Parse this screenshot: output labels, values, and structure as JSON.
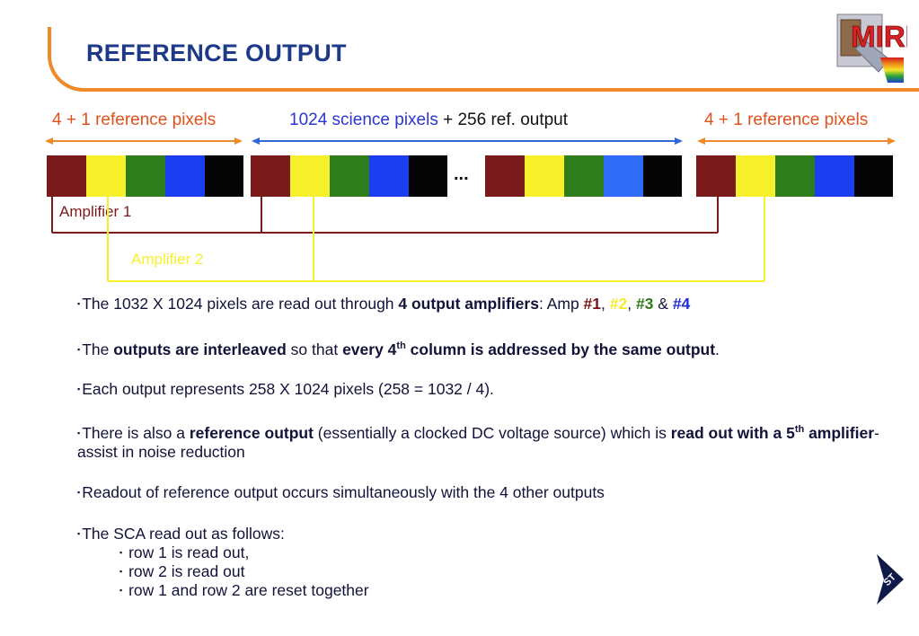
{
  "slide": {
    "title": "REFERENCE OUTPUT",
    "logo_text": "MIRI"
  },
  "diagram": {
    "left_label_num": "4 + 1",
    "left_label_text": " reference pixels",
    "center_label_science": "1024 science pixels",
    "center_label_rest": " + 256 ref. output",
    "right_label_num": "4 + 1",
    "right_label_text": " reference pixels",
    "ellipsis": "...",
    "amplifier1": "Amplifier 1",
    "amplifier2": "Amplifier 2",
    "colors": {
      "arrow": "#ef8a2a",
      "arrow_center": "#2e68d8",
      "label_orange": "#e2501c",
      "label_blue": "#2a35d6",
      "pix_red": "#7b1a1a",
      "pix_yellow": "#f7f02c",
      "pix_green": "#2e7d1a",
      "pix_blue": "#1b3ef0",
      "pix_black": "#050505",
      "amp1_line": "#7b1a1a",
      "amp2_line": "#f7f02c"
    }
  },
  "bullets": {
    "b1": {
      "pre": "The 1032 X 1024 pixels are read out through ",
      "bold": "4 output amplifiers",
      "mid": ": Amp ",
      "a1": "#1",
      "sep1": ", ",
      "a2": "#2",
      "sep2": ", ",
      "a3": "#3",
      "sep3": " & ",
      "a4": "#4"
    },
    "b2": {
      "pre": "The ",
      "bold1": "outputs are interleaved",
      "mid": " so that ",
      "bold2": "every 4",
      "sup": "th",
      "bold3": " column is addressed by the same output",
      "end": "."
    },
    "b3": {
      "text": "Each output represents 258 X 1024 pixels (258 = 1032 / 4)."
    },
    "b4": {
      "pre": "There is also a ",
      "bold1": "reference output",
      "mid": "  (essentially a clocked DC voltage source) which is ",
      "bold2": "read out with a 5",
      "sup": "th",
      "bold3": " amplifier",
      "end": "- assist in noise reduction"
    },
    "b5": {
      "text": "Readout of reference output occurs simultaneously with the 4 other outputs"
    },
    "b6": {
      "text": "The SCA  read out as follows:",
      "subs": [
        "row 1 is read out,",
        "row 2 is read out",
        "row 1 and row 2 are reset together"
      ]
    },
    "marker": "▪"
  }
}
